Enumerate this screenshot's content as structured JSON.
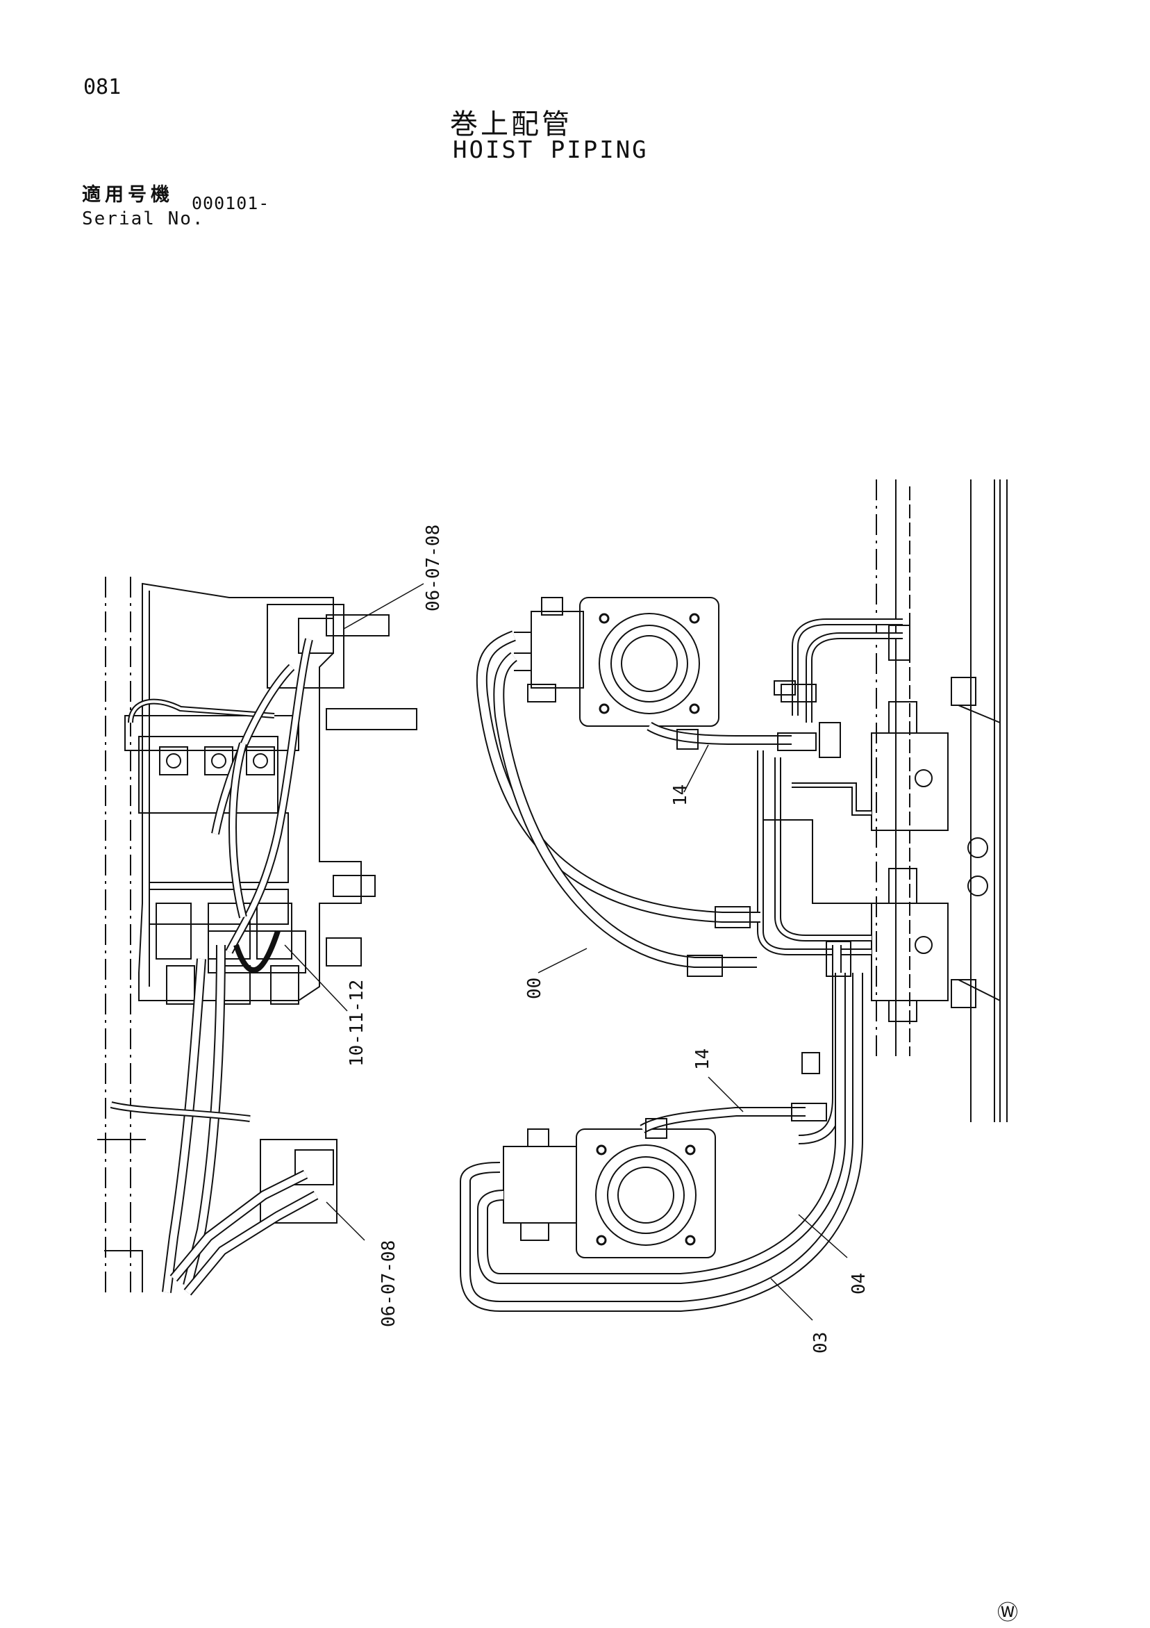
{
  "page_number": "081",
  "title_jp": "巻上配管",
  "title_en": "HOIST PIPING",
  "serial": {
    "label_jp": "適用号機",
    "label_en": "Serial No.",
    "value": "000101-"
  },
  "callouts": {
    "top_left_ref": "06-07-08",
    "center_ref": "10-11-12",
    "bottom_left_ref": "06-07-08",
    "upper_hose": "14",
    "lower_hose": "14",
    "outer_hose_top": "00",
    "outer_hose_bottom": "03",
    "inner_hose_bottom": "04"
  },
  "mark": "Ⓦ"
}
